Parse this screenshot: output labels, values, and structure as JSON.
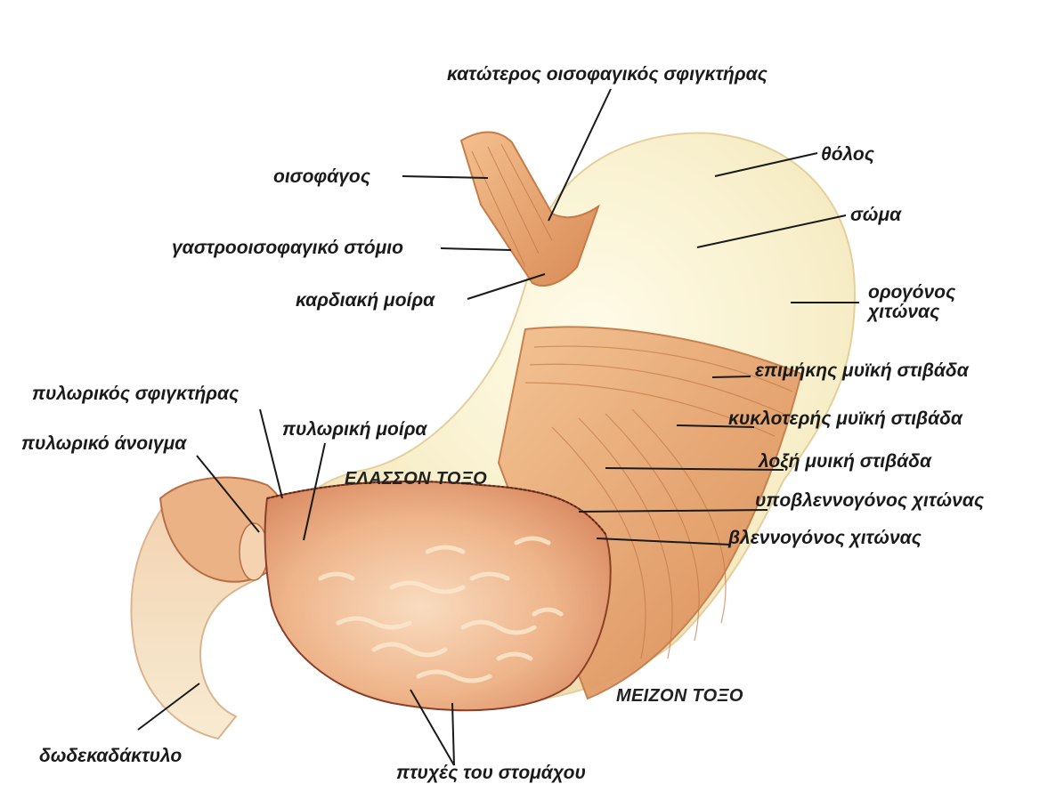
{
  "labels": {
    "lower_esophageal_sphincter": "κατώτερος οισοφαγικός σφιγκτήρας",
    "esophagus": "οισοφάγος",
    "fundus": "θόλος",
    "body": "σώμα",
    "gastroesophageal_opening": "γαστροοισοφαγικό στόμιο",
    "cardia": "καρδιακή μοίρα",
    "serosa_line1": "ορογόνος",
    "serosa_line2": "χιτώνας",
    "longitudinal_muscle": "επιμήκης μυϊκή στιβάδα",
    "circular_muscle": "κυκλοτερής μυϊκή στιβάδα",
    "oblique_muscle": "λοξή μυική στιβάδα",
    "submucosa": "υποβλεννογόνος χιτώνας",
    "mucosa": "βλεννογόνος χιτώνας",
    "pyloric_sphincter": "πυλωρικός σφιγκτήρας",
    "pyloric_opening": "πυλωρικό άνοιγμα",
    "pyloric_part": "πυλωρική μοίρα",
    "lesser_curvature": "ΕΛΑΣΣΟΝ ΤΟΞΟ",
    "greater_curvature": "ΜΕΙΖΟΝ ΤΟΞΟ",
    "duodenum": "δωδεκαδάκτυλο",
    "gastric_folds": "πτυχές του στομάχου"
  },
  "colors": {
    "stomach_outer": "#f7eec8",
    "muscle": "#e8a06a",
    "mucosa": "#e9a67c",
    "fold_highlight": "#fbe7cc",
    "leader_line": "#1a1a1a"
  }
}
